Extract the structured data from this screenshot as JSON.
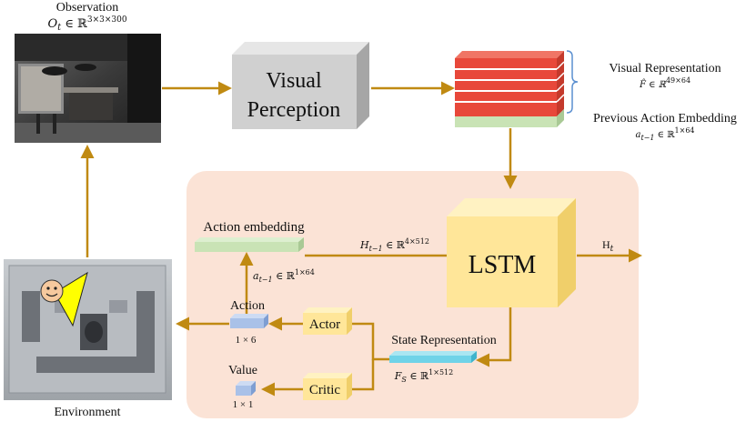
{
  "observation": {
    "title": "Observation",
    "formula": "O_t ∈ ℝ^{3×3×300}",
    "formula_main": "𝑂",
    "formula_sub": "𝑡",
    "formula_rest": " ∈ ℝ",
    "formula_sup": "3×3×300"
  },
  "visual_perception": {
    "line1": "Visual",
    "line2": "Perception"
  },
  "visual_representation": {
    "label": "Visual Representation",
    "formula_main": "F̂ ∈ ℝ",
    "formula_sup": "49×64"
  },
  "previous_action": {
    "label": "Previous Action Embedding",
    "formula_main": "𝑎",
    "formula_sub": "𝑡−1",
    "formula_rest": " ∈ ℝ",
    "formula_sup": "1×64"
  },
  "lstm": {
    "label": "LSTM",
    "hidden_main": "𝐻",
    "hidden_sub": "𝑡−1",
    "hidden_rest": " ∈ ℝ",
    "hidden_sup": "4×512",
    "output_main": "H",
    "output_sub": "𝑡"
  },
  "action_embedding": {
    "label": "Action embedding",
    "formula_main": "𝑎",
    "formula_sub": "𝑡−1",
    "formula_rest": " ∈ ℝ",
    "formula_sup": "1×64"
  },
  "state_representation": {
    "label": "State Representation",
    "formula_main": "𝐹",
    "formula_sub": "𝑆",
    "formula_rest": " ∈ ℝ",
    "formula_sup": "1×512"
  },
  "actor": {
    "label": "Actor"
  },
  "critic": {
    "label": "Critic"
  },
  "action": {
    "label": "Action",
    "dims": "1 × 6"
  },
  "value": {
    "label": "Value",
    "dims": "1 × 1"
  },
  "environment": {
    "label": "Environment"
  },
  "colors": {
    "arrow": "#c08a12",
    "panel": "#fbe3d6",
    "gray_box": "#d0d0d0",
    "lstm_box": "#ffe699",
    "red_stack": "#e8483a",
    "green_bar": "#c9e3b5",
    "cyan_bar": "#6fd3e8",
    "blue_box": "#a9c1e8",
    "actor_box": "#ffe699"
  }
}
